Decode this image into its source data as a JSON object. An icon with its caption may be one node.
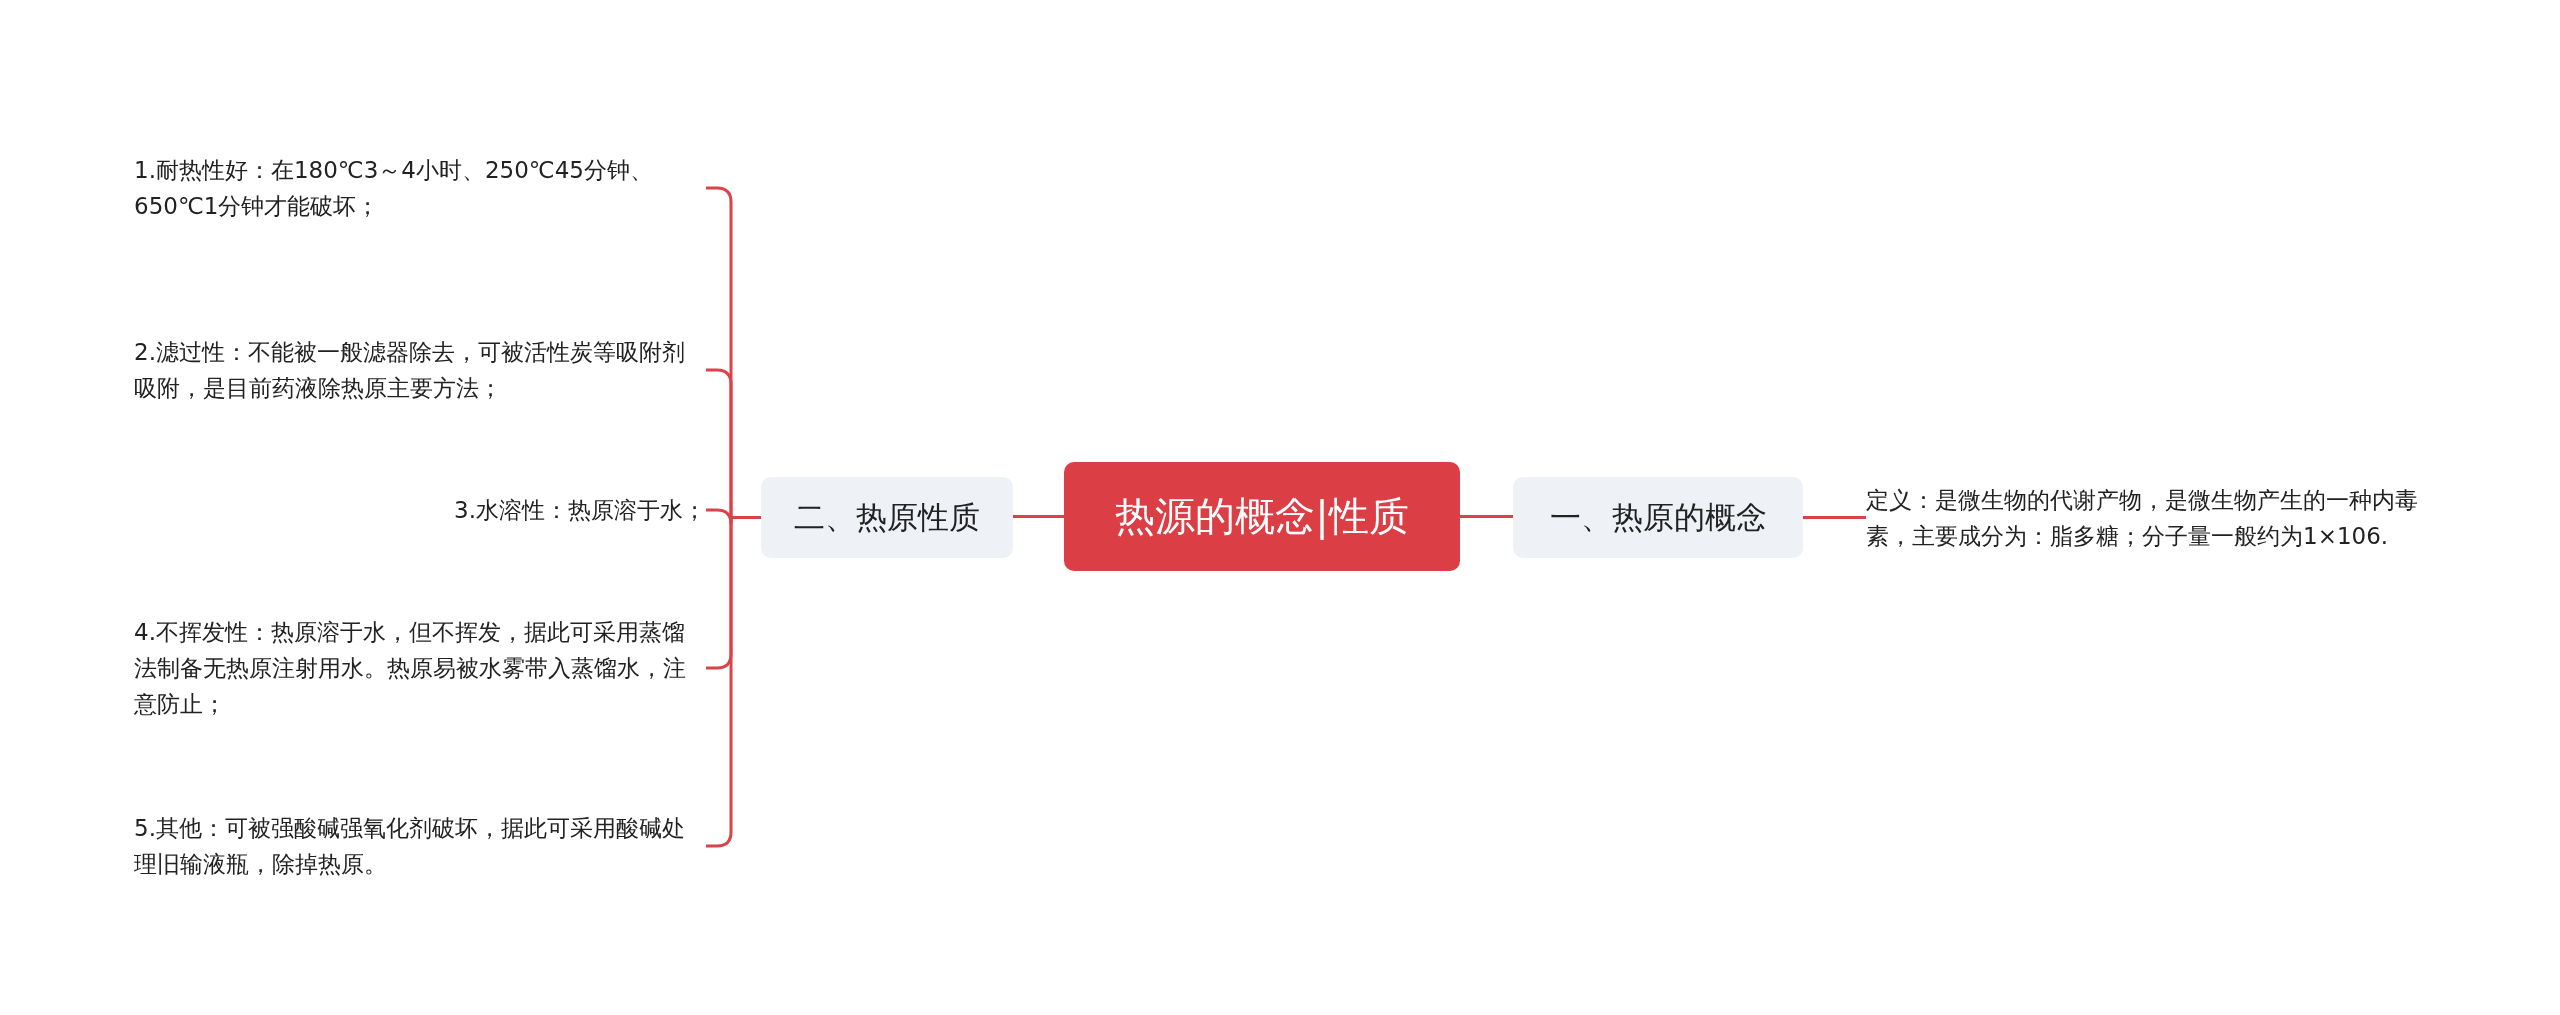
{
  "diagram": {
    "nodes": [
      {
        "text": [
          "热源的概念|性质"
        ]
      },
      {
        "text": [
          "一、热原的概念"
        ]
      },
      {
        "text": [
          "定义：是微生物的代谢产物，是微生物产生的一种内毒素，主要成分为：脂多糖；分子量一般约为1×106."
        ]
      },
      {
        "text": [
          "二、热原性质"
        ]
      },
      {
        "text": [
          "1.耐热性好：在180℃3～4小时、250℃45分钟、650℃1分钟才能破坏；"
        ]
      },
      {
        "text": [
          "2.滤过性：不能被一般滤器除去，可被活性炭等吸附剂吸附，是目前药液除热原主要方法；"
        ]
      },
      {
        "text": [
          "3.水溶性：热原溶于水；"
        ]
      },
      {
        "text": [
          "4.不挥发性：热原溶于水，但不挥发，据此可采用蒸馏法制备无热原注射用水。热原易被水雾带入蒸馏水，注意防止；"
        ]
      },
      {
        "text": [
          "5.其他：可被强酸碱强氧化剂破坏，据此可采用酸碱处理旧输液瓶，除掉热原。"
        ]
      }
    ],
    "edges": [
      {
        "from": 0,
        "to": 1,
        "arrow": "none"
      },
      {
        "from": 1,
        "to": 2,
        "arrow": "none"
      },
      {
        "from": 0,
        "to": 3,
        "arrow": "none"
      },
      {
        "from": 3,
        "to": 4,
        "arrow": "none"
      },
      {
        "from": 3,
        "to": 5,
        "arrow": "none"
      },
      {
        "from": 3,
        "to": 6,
        "arrow": "none"
      },
      {
        "from": 3,
        "to": 7,
        "arrow": "none"
      },
      {
        "from": 3,
        "to": 8,
        "arrow": "none"
      }
    ]
  }
}
